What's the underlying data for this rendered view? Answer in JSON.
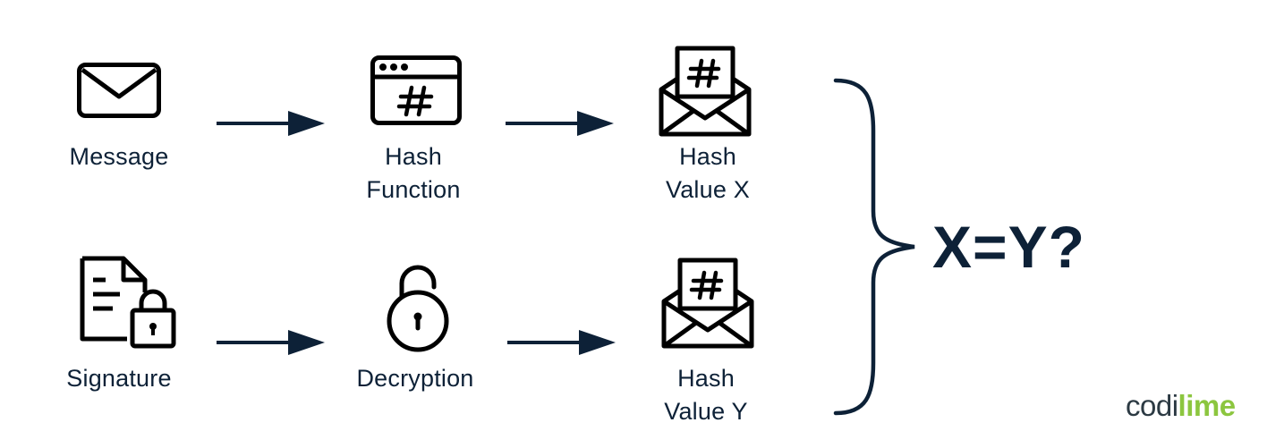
{
  "nodes": {
    "message": "Message",
    "hash_function": [
      "Hash",
      "Function"
    ],
    "hash_value_x": [
      "Hash",
      "Value X"
    ],
    "signature": "Signature",
    "decryption": "Decryption",
    "hash_value_y": [
      "Hash",
      "Value Y"
    ]
  },
  "result": "X=Y?",
  "logo": {
    "part1": "codi",
    "part2": "lime"
  },
  "colors": {
    "ink": "#0d2137",
    "logo_gray": "#2c3a43",
    "logo_green": "#8cc63f"
  }
}
